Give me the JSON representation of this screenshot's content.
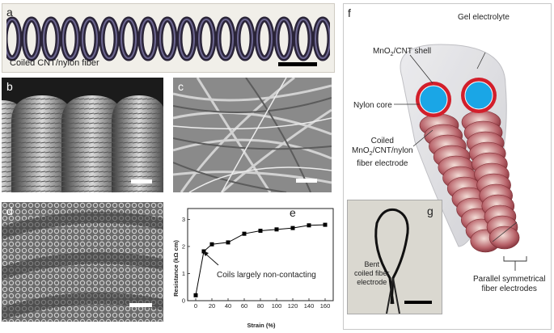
{
  "panels": {
    "a": {
      "label": "a",
      "caption": "Coiled CNT/nylon fiber"
    },
    "b": {
      "label": "b"
    },
    "c": {
      "label": "c"
    },
    "d": {
      "label": "d"
    },
    "e": {
      "label": "e"
    },
    "f": {
      "label": "f",
      "gel_label": "Gel electrolyte",
      "shell_label_main": "MnO",
      "shell_label_sub": "2",
      "shell_label_rest": "/CNT shell",
      "core_label": "Nylon core",
      "coiled_line1": "Coiled",
      "coiled_line2_main": "MnO",
      "coiled_line2_sub": "2",
      "coiled_line2_rest": "/CNT/nylon",
      "coiled_line3": "fiber electrode",
      "parallel_line1": "Parallel symmetrical",
      "parallel_line2": "fiber electrodes"
    },
    "g": {
      "label": "g",
      "line1": "Bent",
      "line2": "coiled fiber",
      "line3": "electrode"
    }
  },
  "chart_data": {
    "type": "line",
    "xlabel": "Strain (%)",
    "ylabel": "Resistance (kΩ cm)",
    "xlim": [
      -10,
      170
    ],
    "ylim": [
      0,
      3.4
    ],
    "xticks": [
      0,
      20,
      40,
      60,
      80,
      100,
      120,
      140,
      160
    ],
    "yticks": [
      0,
      1,
      2,
      3
    ],
    "x": [
      0,
      10,
      20,
      40,
      60,
      80,
      100,
      120,
      140,
      160
    ],
    "y": [
      0.2,
      1.82,
      2.08,
      2.15,
      2.47,
      2.58,
      2.63,
      2.68,
      2.78,
      2.8
    ],
    "marker": "square",
    "color": "#000000",
    "annotation": "Coils largely non-contacting"
  }
}
